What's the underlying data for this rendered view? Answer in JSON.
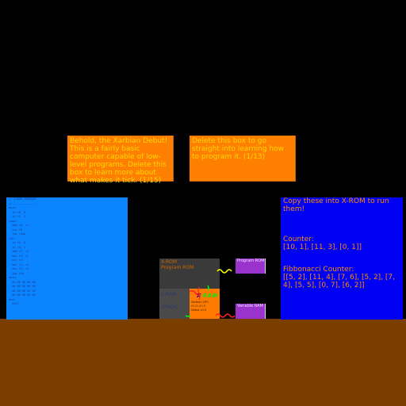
{
  "tips": [
    {
      "text": "Behold, the Xarbian Debut! This is a fairly basic computer capable of low-level programs. Delete this box to learn more about what makes it tick. (1/15)"
    },
    {
      "text": "Delete this box to go straight into learning how to program it. (1/13)"
    }
  ],
  "code_panel": {
    "lines": [
      "// X-ROM PROGRAM",
      "// ----------------",
      "main:",
      "  ld r0, 0",
      "  ld r1, 1",
      "",
      "loop:",
      "  add r0, r1",
      "  out r0",
      "  jmp loop",
      "",
      "fib:",
      "  ld r2, 0",
      "  ld r3, 1",
      "  add r2, r3",
      "  mov r4, r2",
      "  out r4",
      "  mov r2, r3",
      "  mov r3, r4",
      "  jmp fib",
      "",
      "data:",
      "  db 00 00 00 00",
      "  db 00 00 00 00",
      "  db 00 00 00 00",
      "  db 00 00 00 00",
      "",
      "end:",
      "  halt"
    ]
  },
  "info": {
    "heading": "Copy these into X-ROM to run them!",
    "counter_label": "Counter:",
    "counter_value": "[10, 1], [11, 3], [0, 1]]",
    "fib_label": "Fibbonacci Counter:",
    "fib_value": "[[5, 2], [11, 4], [7, 6], [5, 2], [7, 4], [5, 5], [0, 7], [6, 2]]"
  },
  "machine": {
    "rom_title": "X-ROM",
    "rom_subtitle": "Program ROM",
    "ram_label_1": "X-RAM",
    "ram_label_2": "XPROC",
    "cpu_name_x": "X",
    "cpu_name_rest": "-RAW",
    "cpu_sub": "Xarbian CPU\nr0 r1 r2 r3\nDebut v1.0"
  },
  "labels": {
    "program_rom": "Program ROM",
    "variable_ram": "Variable RAM"
  },
  "colors": {
    "background": "#000000",
    "ground": "#7a3f00",
    "tip_box": "#ff8000",
    "tip_text": "#ffd700",
    "code_panel": "#0a84ff",
    "info_panel": "#0000f5",
    "info_text": "#ff8c00",
    "label_box": "#9933cc",
    "wire_yellow": "#ffff00",
    "wire_red": "#ff2020",
    "wire_green": "#00ff00"
  }
}
